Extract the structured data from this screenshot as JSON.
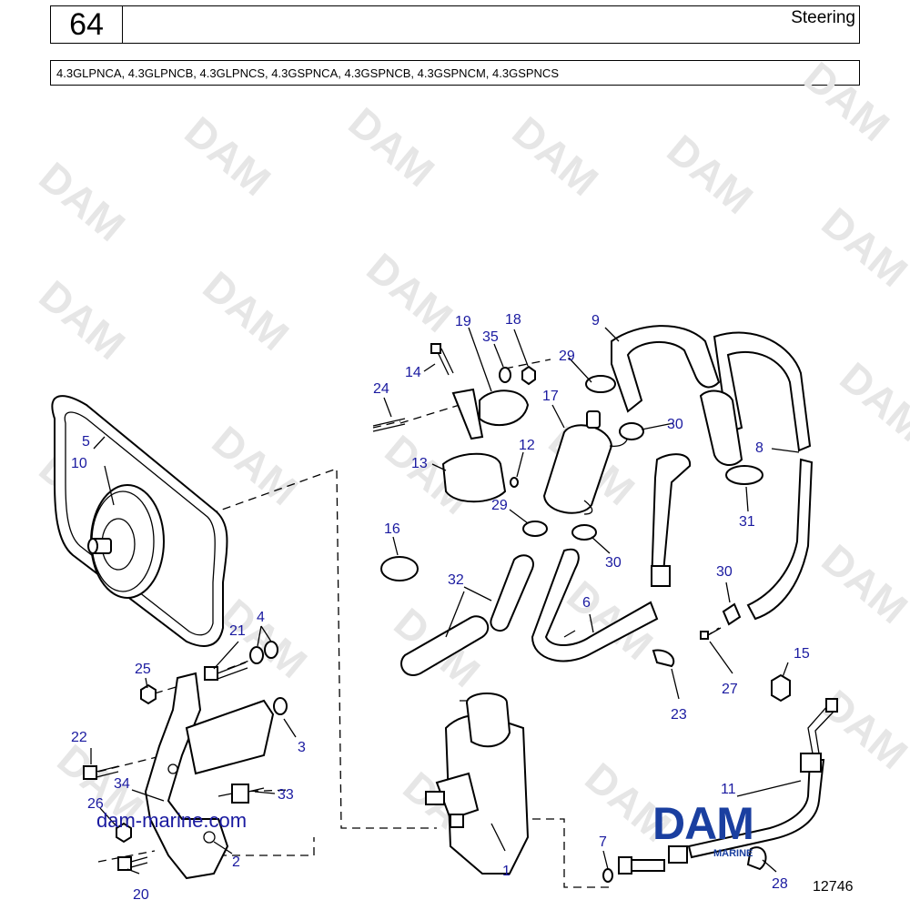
{
  "header": {
    "page_number": "64",
    "title": "Steering",
    "models": "4.3GLPNCA, 4.3GLPNCB, 4.3GLPNCS, 4.3GSPNCA, 4.3GSPNCB, 4.3GSPNCM, 4.3GSPNCS"
  },
  "watermark": "DAM",
  "callouts": [
    "1",
    "2",
    "3",
    "4",
    "5",
    "6",
    "7",
    "8",
    "9",
    "10",
    "11",
    "12",
    "13",
    "14",
    "15",
    "16",
    "17",
    "18",
    "19",
    "20",
    "21",
    "22",
    "23",
    "24",
    "25",
    "26",
    "27",
    "28",
    "29",
    "29",
    "30",
    "30",
    "30",
    "30",
    "31",
    "32",
    "33",
    "34",
    "35"
  ],
  "website": "dam-marine.com",
  "logo": {
    "text": "DAM",
    "subtext": "MARINE"
  },
  "figure_number": "12746",
  "colors": {
    "callout": "#1a1aa0",
    "logo": "#1a3fa0",
    "watermark": "#e6e6e6"
  }
}
